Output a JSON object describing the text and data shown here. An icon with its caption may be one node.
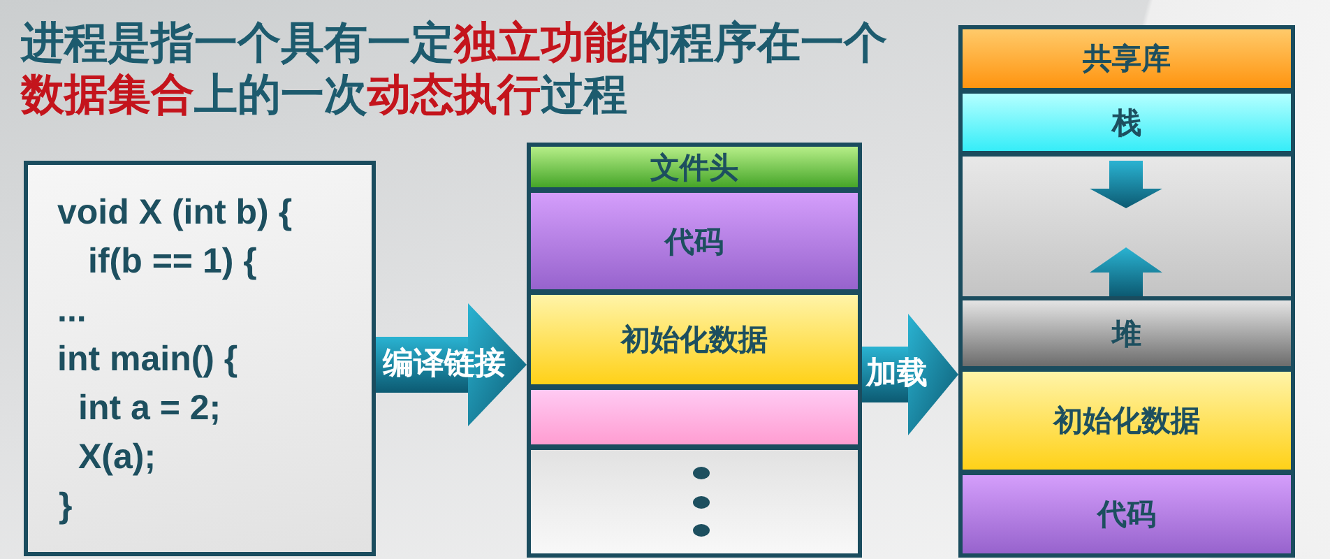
{
  "diagram": {
    "title": "进程是指一个具有一定**独立功能**的程序在一个**数据集合**上的一次**动态执行**过程",
    "nodes": [
      {
        "text": [
          "void X (int b) {",
          "if(b == 1) {",
          "...",
          "int main() {",
          "int a = 2;",
          "X(a);",
          "}"
        ]
      },
      {
        "text": [],
        "shape": "box"
      },
      {
        "text": [
          "文件头"
        ],
        "in": 1
      },
      {
        "text": [
          "代码"
        ],
        "in": 1
      },
      {
        "text": [
          "初始化数据"
        ],
        "in": 1
      },
      {
        "text": [],
        "shape": "box",
        "in": 1
      },
      {
        "text": [],
        "shape": "box",
        "in": 1
      },
      {
        "text": [],
        "shape": "box"
      },
      {
        "text": [
          "共享库"
        ],
        "in": 7
      },
      {
        "text": [
          "栈"
        ],
        "in": 7
      },
      {
        "text": [],
        "shape": "box",
        "in": 7
      },
      {
        "text": [
          "堆"
        ],
        "in": 7
      },
      {
        "text": [
          "初始化数据"
        ],
        "in": 7
      },
      {
        "text": [
          "代码"
        ],
        "in": 7
      }
    ],
    "edges": [
      {
        "from": 0,
        "to": 1,
        "arrow": "to",
        "label": "编译链接"
      },
      {
        "from": 1,
        "to": 7,
        "arrow": "to",
        "label": "加载"
      }
    ]
  }
}
